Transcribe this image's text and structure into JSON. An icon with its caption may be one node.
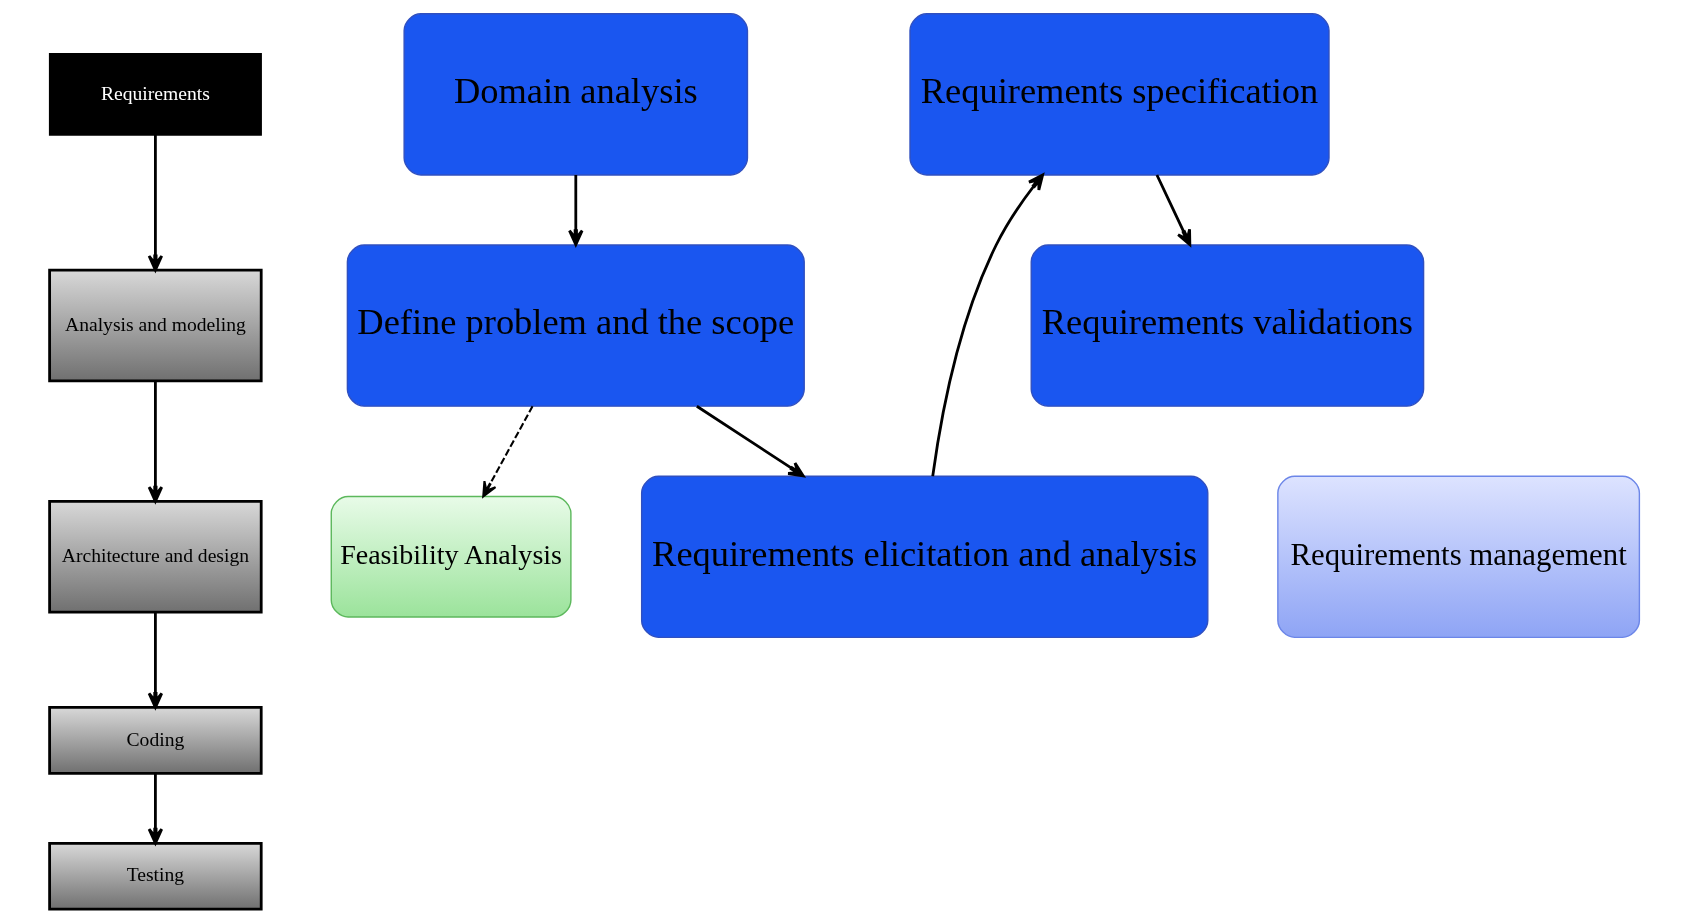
{
  "diagram": {
    "nodes": [
      {
        "text": [
          "Requirements"
        ]
      },
      {
        "text": [
          "Analysis and modeling"
        ]
      },
      {
        "text": [
          "Architecture and design"
        ]
      },
      {
        "text": [
          "Coding"
        ]
      },
      {
        "text": [
          "Testing"
        ]
      },
      {
        "text": [
          "Domain analysis"
        ]
      },
      {
        "text": [
          "Define problem and the scope"
        ]
      },
      {
        "text": [
          "Feasibility Analysis"
        ]
      },
      {
        "text": [
          "Requirements elicitation and analysis"
        ]
      },
      {
        "text": [
          "Requirements specification"
        ]
      },
      {
        "text": [
          "Requirements validations"
        ]
      },
      {
        "text": [
          "Requirements management"
        ]
      }
    ],
    "edges": [
      {
        "from": 0,
        "to": 1,
        "arrow": "to"
      },
      {
        "from": 1,
        "to": 2,
        "arrow": "to"
      },
      {
        "from": 2,
        "to": 3,
        "arrow": "to"
      },
      {
        "from": 3,
        "to": 4,
        "arrow": "to"
      },
      {
        "from": 5,
        "to": 6,
        "arrow": "to"
      },
      {
        "from": 6,
        "to": 7,
        "arrow": "to",
        "style": "dashed"
      },
      {
        "from": 6,
        "to": 8,
        "arrow": "to"
      },
      {
        "from": 8,
        "to": 9,
        "arrow": "to"
      },
      {
        "from": 9,
        "to": 10,
        "arrow": "to"
      }
    ]
  }
}
